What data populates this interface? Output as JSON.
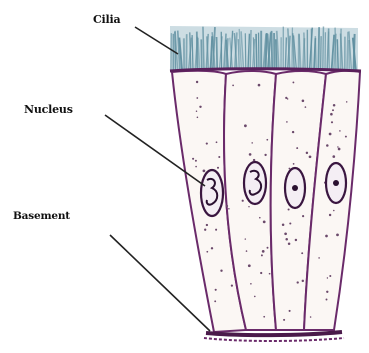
{
  "labels": {
    "cilia": "Cilia",
    "nucleus": "Nucleus",
    "basement": "Basement"
  },
  "colors": {
    "cilia": "#5f8fa0",
    "cell_outline": "#6a2a6a",
    "cytoplasm": "#fbf7f4",
    "granules": "#6b4a6b",
    "leader": "#222222"
  }
}
